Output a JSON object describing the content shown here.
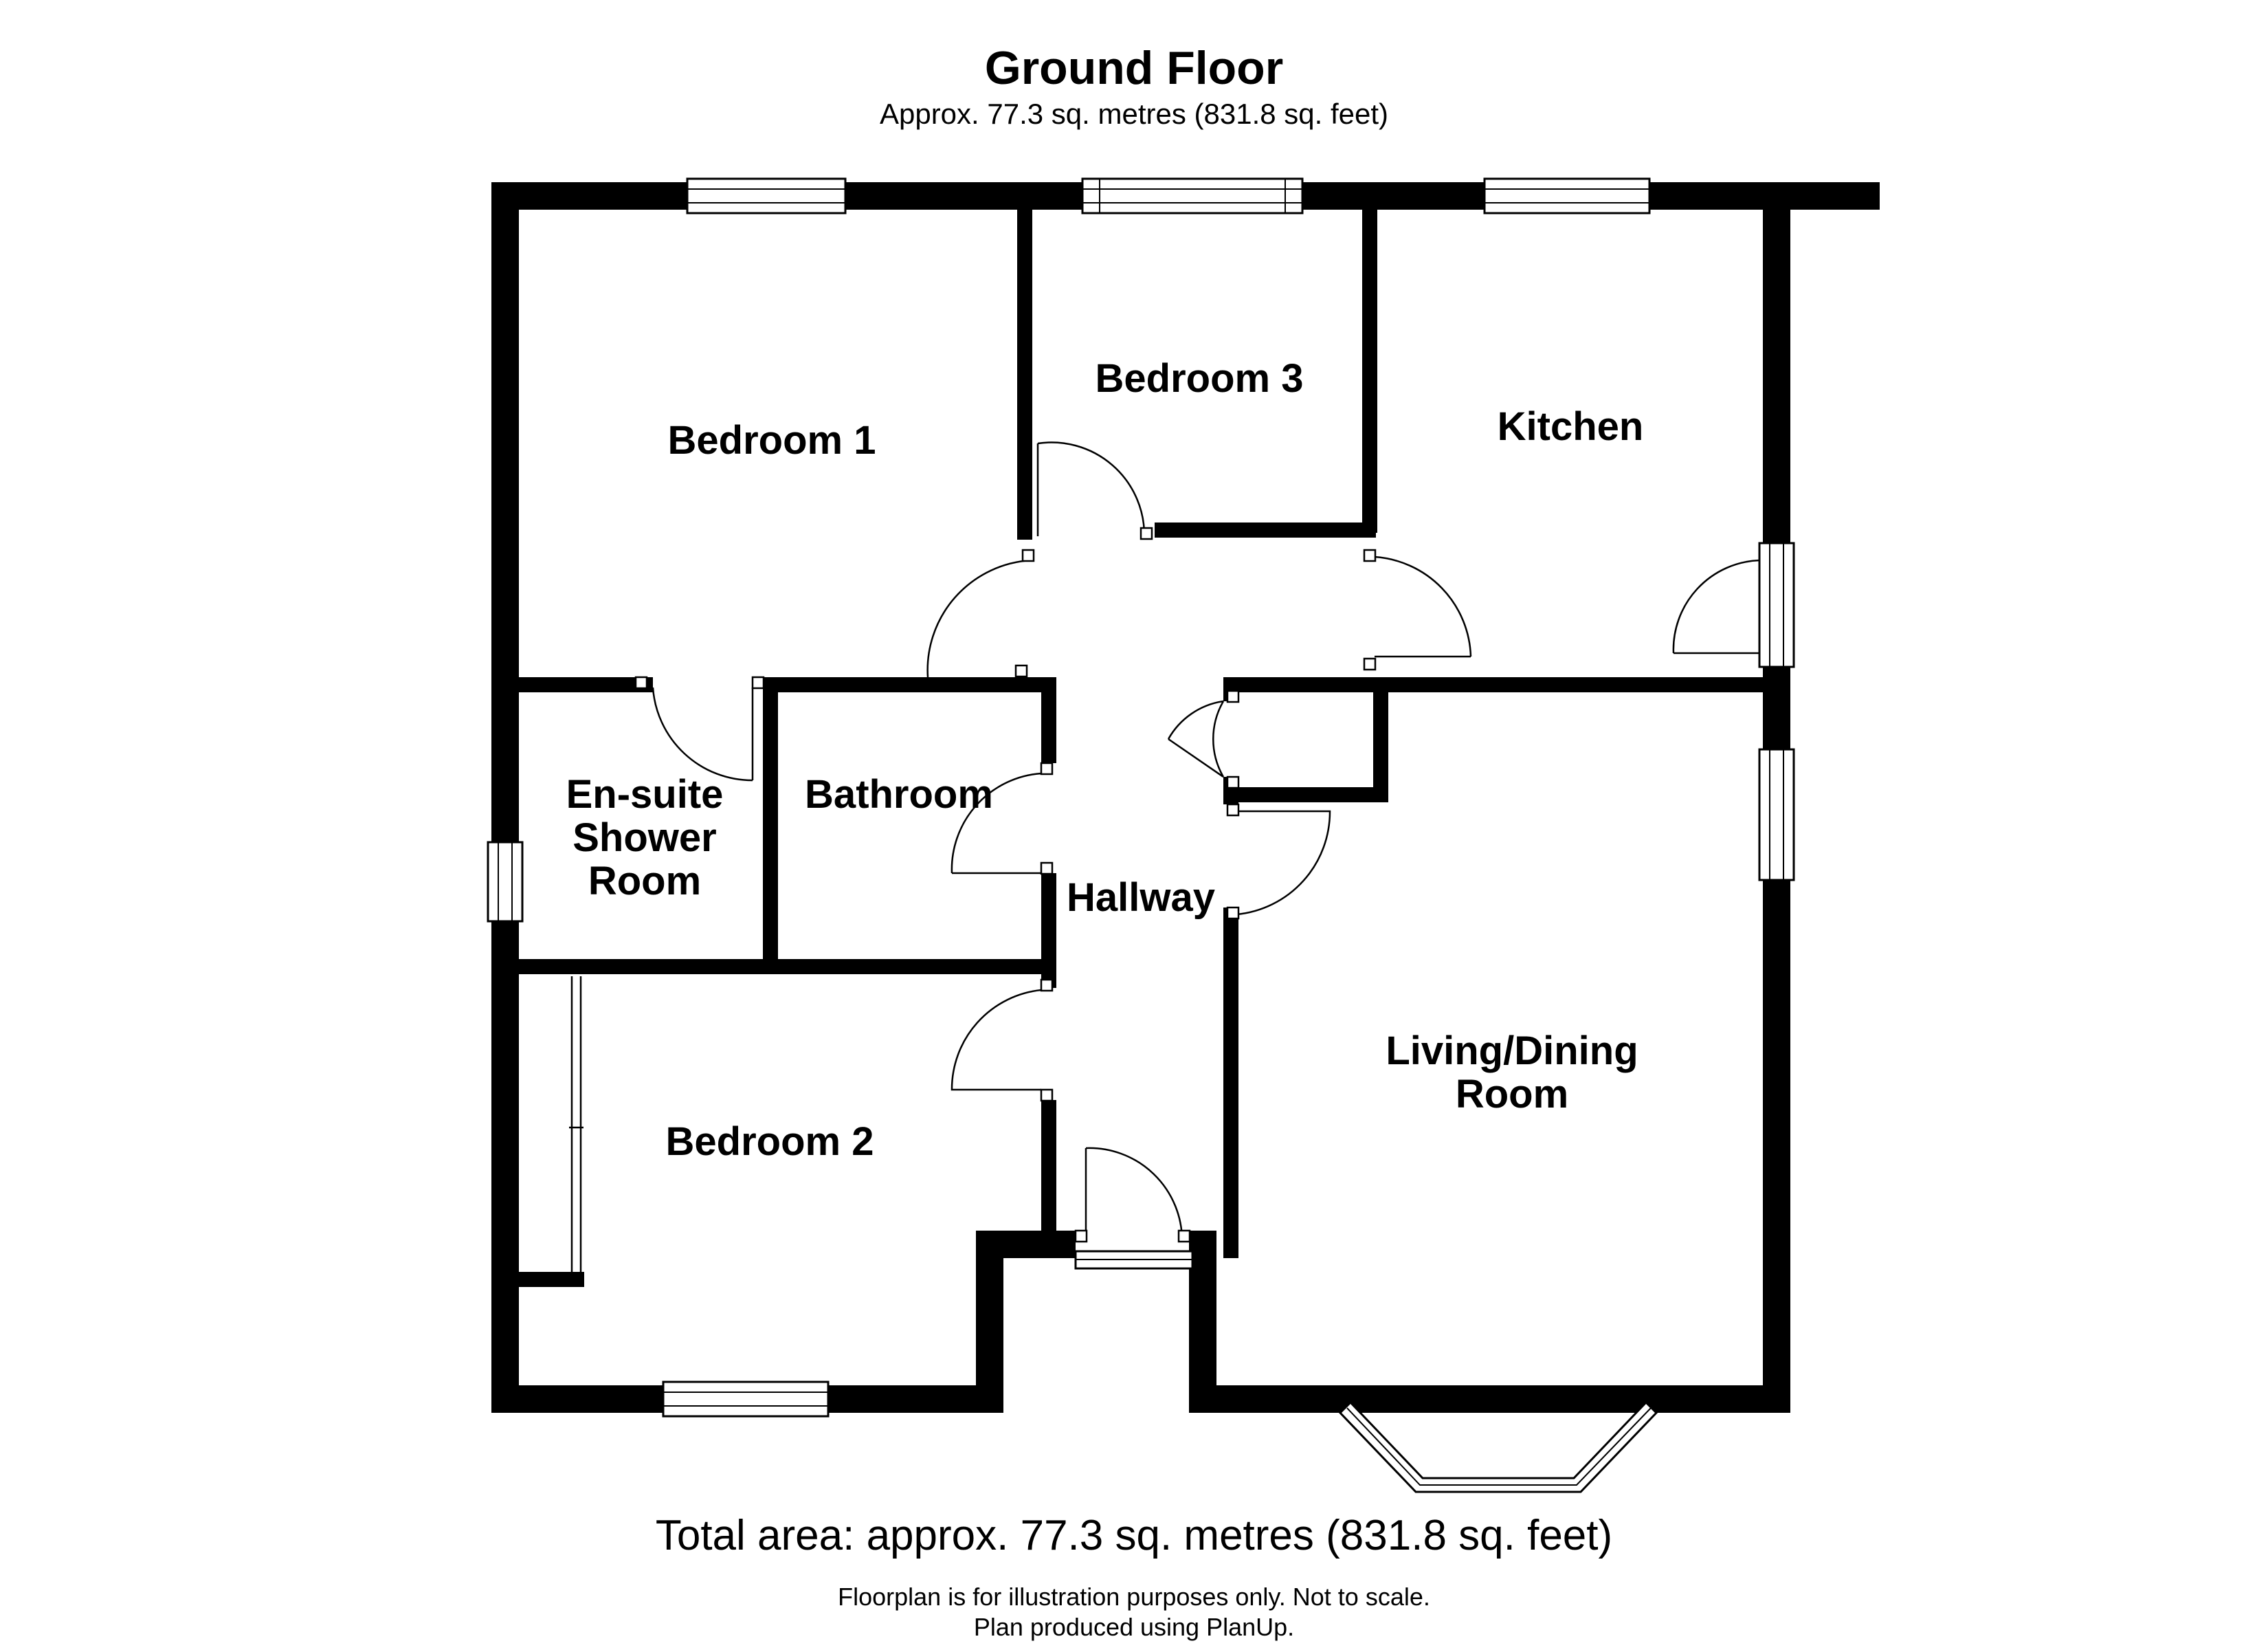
{
  "header": {
    "title": "Ground Floor",
    "subtitle": "Approx. 77.3 sq. metres (831.8 sq. feet)"
  },
  "rooms": {
    "bedroom_1": "Bedroom 1",
    "bedroom_3": "Bedroom 3",
    "kitchen": "Kitchen",
    "ensuite_line1": "En-suite",
    "ensuite_line2": "Shower",
    "ensuite_line3": "Room",
    "bathroom": "Bathroom",
    "hallway": "Hallway",
    "living_line1": "Living/Dining",
    "living_line2": "Room",
    "bedroom_2": "Bedroom 2"
  },
  "footer": {
    "total_area": "Total area: approx. 77.3 sq. metres (831.8 sq. feet)",
    "disclaimer_line1": "Floorplan is for illustration purposes only. Not to scale.",
    "disclaimer_line2": "Plan produced using PlanUp."
  },
  "colors": {
    "wall": "#000000",
    "background": "#ffffff"
  }
}
